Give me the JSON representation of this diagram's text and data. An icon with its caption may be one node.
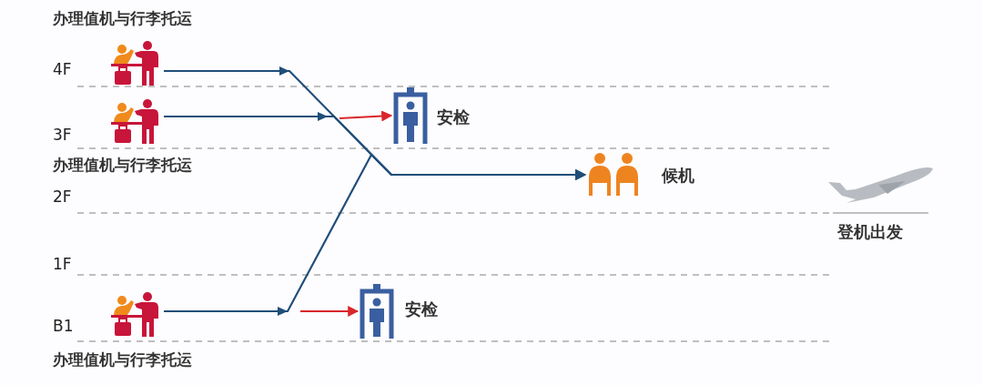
{
  "diagram": {
    "nodes": [
      {
        "text": [],
        "shape": "picture",
        "beside": [
          "办理值机与行李托运"
        ]
      },
      {
        "text": [],
        "shape": "picture",
        "beside": [
          "办理值机与行李托运"
        ]
      },
      {
        "text": [],
        "shape": "picture",
        "beside": [
          "办理值机与行李托运"
        ]
      },
      {
        "text": [],
        "shape": "picture",
        "beside": [
          "安检"
        ]
      },
      {
        "text": [],
        "shape": "picture",
        "beside": [
          "安检"
        ]
      },
      {
        "text": [],
        "shape": "picture",
        "beside": [
          "候机"
        ]
      },
      {
        "text": [],
        "shape": "picture",
        "beside": [
          "登机出发"
        ]
      }
    ],
    "edges": [
      {
        "from": 0,
        "to": 5,
        "arrow": "to"
      },
      {
        "from": 1,
        "to": 5,
        "arrow": "to"
      },
      {
        "from": 2,
        "to": 5,
        "arrow": "to"
      },
      {
        "from": null,
        "to": 3,
        "arrow": "to",
        "color": "#d9262b"
      },
      {
        "from": null,
        "to": 4,
        "arrow": "to",
        "color": "#d9262b"
      }
    ],
    "labels": [
      "4F",
      "3F",
      "2F",
      "1F",
      "B1"
    ]
  }
}
